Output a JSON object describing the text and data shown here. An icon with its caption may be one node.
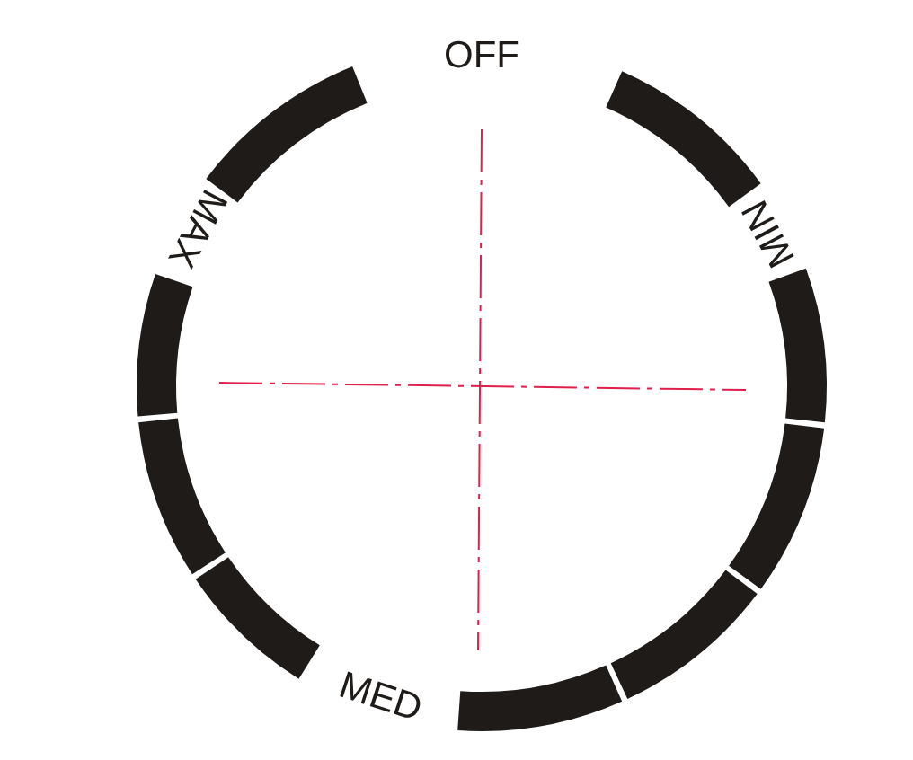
{
  "diagram": {
    "labels": [
      "OFF",
      "MAX",
      "MIN",
      "MED"
    ]
  }
}
